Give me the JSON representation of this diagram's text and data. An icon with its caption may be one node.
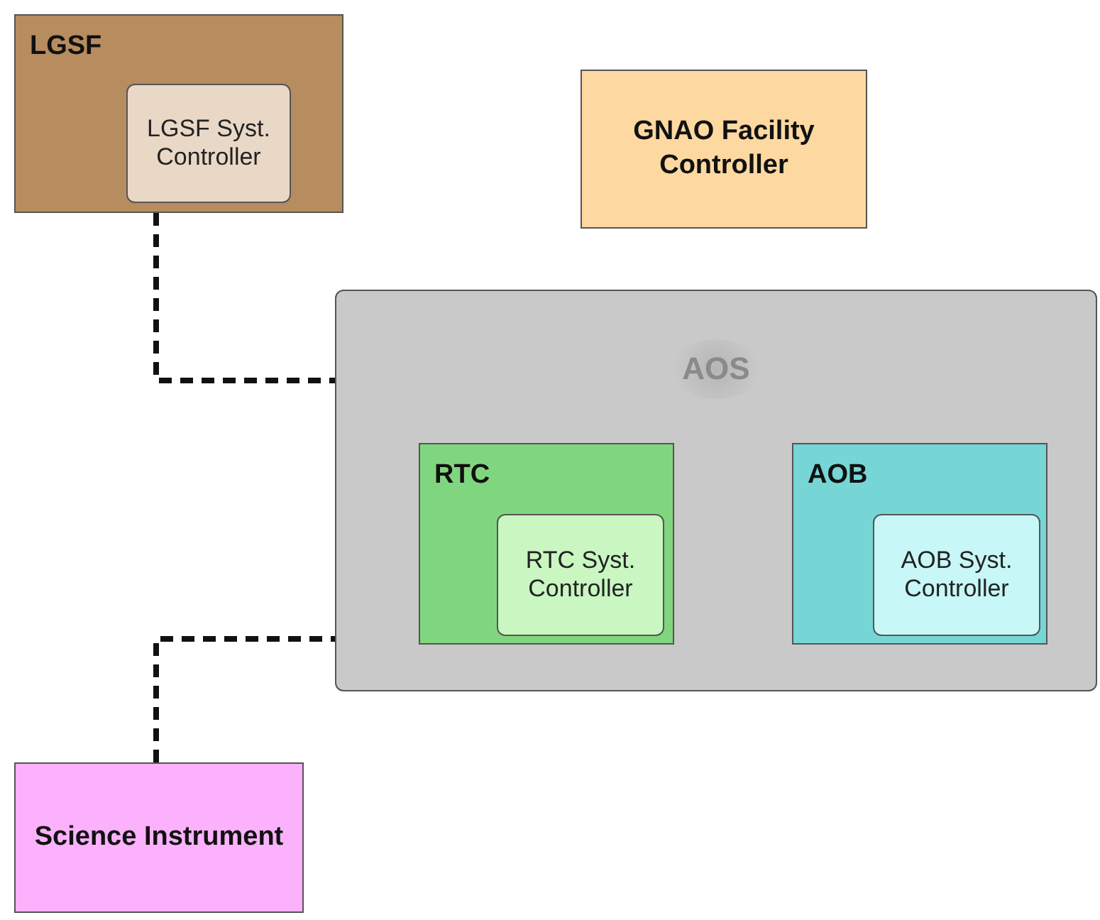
{
  "diagram": {
    "nodes": [
      {
        "text": [
          "LGSF"
        ]
      },
      {
        "text": [
          "LGSF Syst. Controller"
        ],
        "in": 0
      },
      {
        "text": [
          "GNAO Facility Controller"
        ]
      },
      {
        "text": [
          "AOS"
        ]
      },
      {
        "text": [
          "RTC"
        ],
        "in": 3
      },
      {
        "text": [
          "RTC Syst. Controller"
        ],
        "in": 4
      },
      {
        "text": [
          "AOB"
        ],
        "in": 3
      },
      {
        "text": [
          "AOB Syst. Controller"
        ],
        "in": 6
      },
      {
        "text": [
          "Science Instrument"
        ]
      }
    ],
    "edges": [
      {
        "from": 0,
        "to": 3,
        "arrow": "none",
        "style": "dashed"
      },
      {
        "from": 8,
        "to": 3,
        "arrow": "none",
        "style": "dashed"
      }
    ]
  }
}
